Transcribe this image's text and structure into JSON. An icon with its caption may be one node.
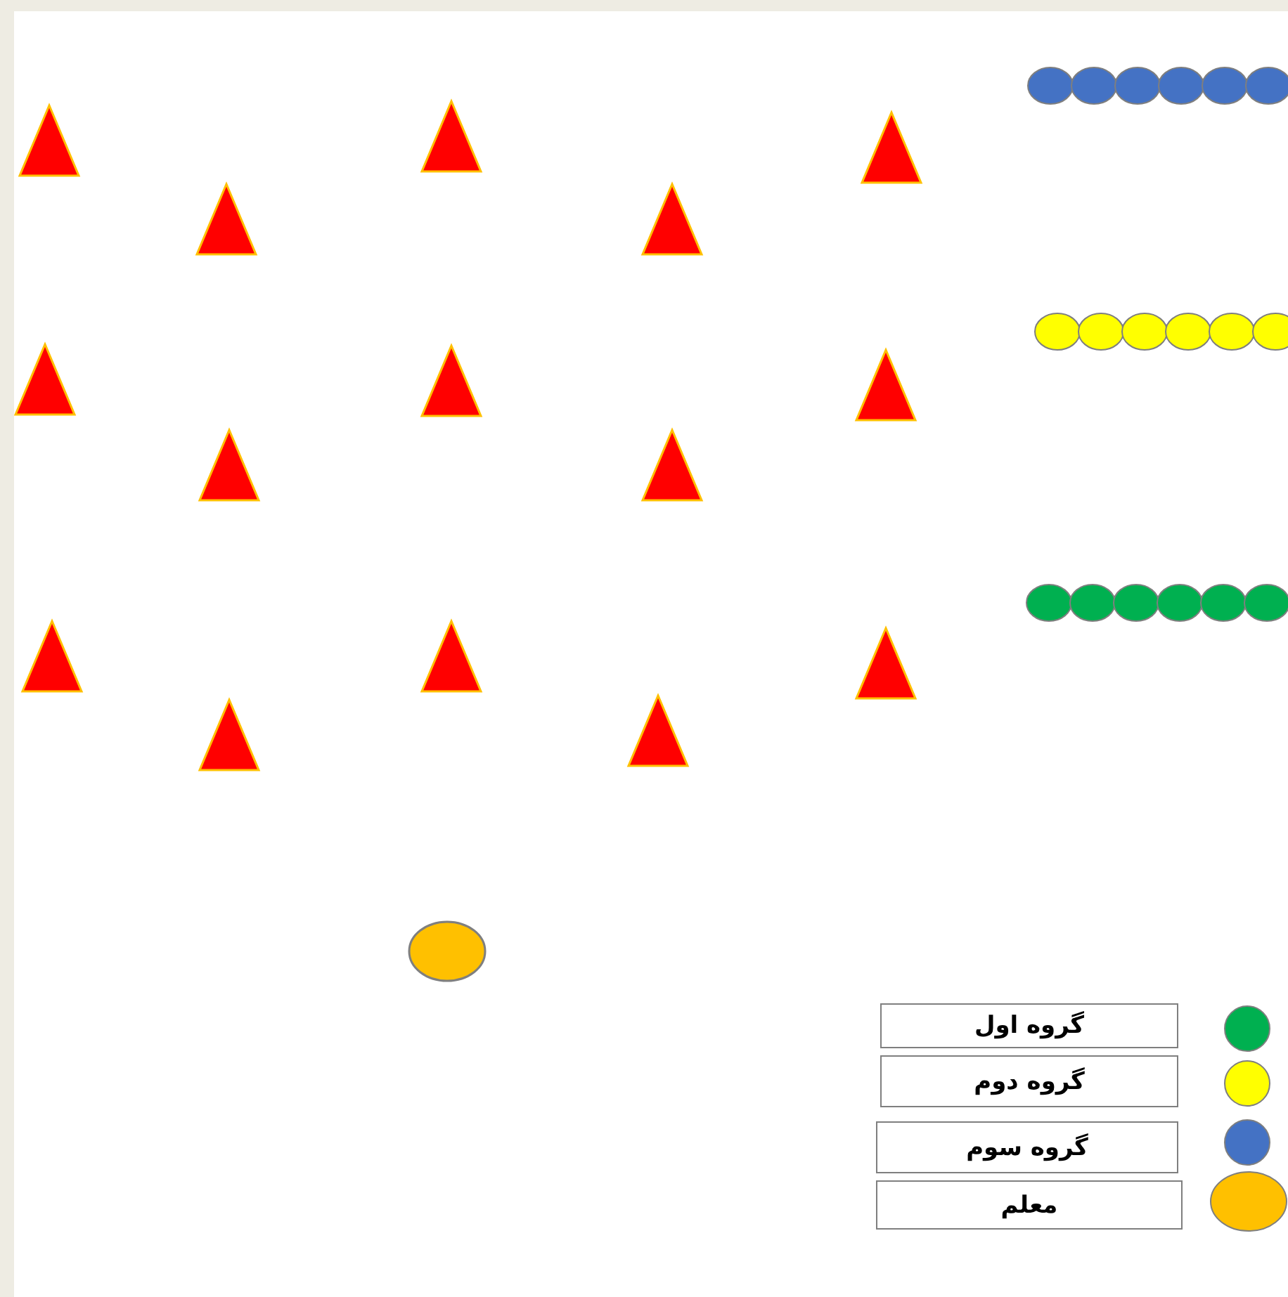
{
  "diagram": {
    "legend": [
      {
        "text": "گروه اول",
        "color": "#00b050"
      },
      {
        "text": "گروه دوم",
        "color": "#ffff00"
      },
      {
        "text": "گروه سوم",
        "color": "#4472c4"
      },
      {
        "text": "معلم",
        "color": "#ffc000"
      }
    ]
  }
}
